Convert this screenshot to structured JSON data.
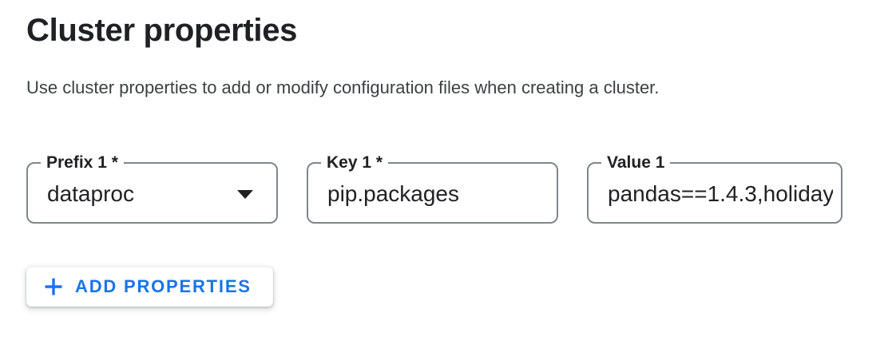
{
  "header": {
    "title": "Cluster properties",
    "description": "Use cluster properties to add or modify configuration files when creating a cluster."
  },
  "fields": {
    "prefix": {
      "label": "Prefix 1 *",
      "value": "dataproc"
    },
    "key": {
      "label": "Key 1 *",
      "value": "pip.packages"
    },
    "value": {
      "label": "Value 1",
      "value": "pandas==1.4.3,holiday"
    }
  },
  "actions": {
    "add_properties_label": "ADD PROPERTIES"
  },
  "icons": {
    "prefix_dropdown": "caret-down-icon",
    "add_button": "plus-icon"
  },
  "colors": {
    "accent_blue": "#1a73e8",
    "border_gray": "#80868b",
    "text_primary": "#202124",
    "text_secondary": "#3c4043"
  }
}
